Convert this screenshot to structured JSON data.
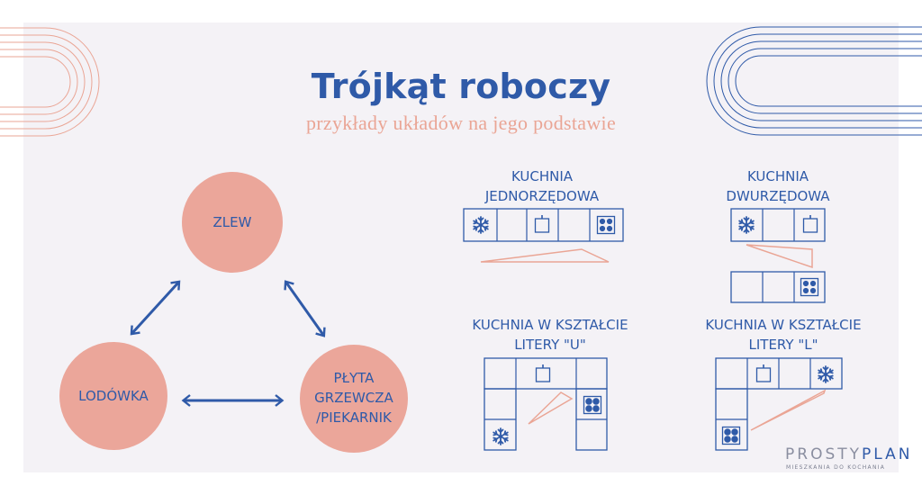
{
  "header": {
    "title": "Trójkąt roboczy",
    "subtitle": "przykłady układów na jego podstawie"
  },
  "triangle": {
    "nodes": {
      "sink": "ZLEW",
      "fridge": "LODÓWKA",
      "stove_lines": [
        "PŁYTA",
        "GRZEWCZA",
        "/PIEKARNIK"
      ]
    }
  },
  "layouts": {
    "single_row": [
      "KUCHNIA",
      "JEDNORZĘDOWA"
    ],
    "double_row": [
      "KUCHNIA",
      "DWURZĘDOWA"
    ],
    "u_shape": [
      "KUCHNIA W KSZTAŁCIE",
      "LITERY \"U\""
    ],
    "l_shape": [
      "KUCHNIA W KSZTAŁCIE",
      "LITERY \"L\""
    ]
  },
  "brand": {
    "name_part1": "PROSTY",
    "name_part2": "PLAN",
    "tagline": "MIESZKANIA DO KOCHANIA"
  },
  "colors": {
    "blue": "#2f5aa8",
    "salmon": "#eaa595",
    "background": "#f4f2f6",
    "frame": "#ffffff"
  },
  "icons": {
    "fridge": "snowflake-icon",
    "sink": "sink-icon",
    "stove": "stove-burners-icon"
  }
}
